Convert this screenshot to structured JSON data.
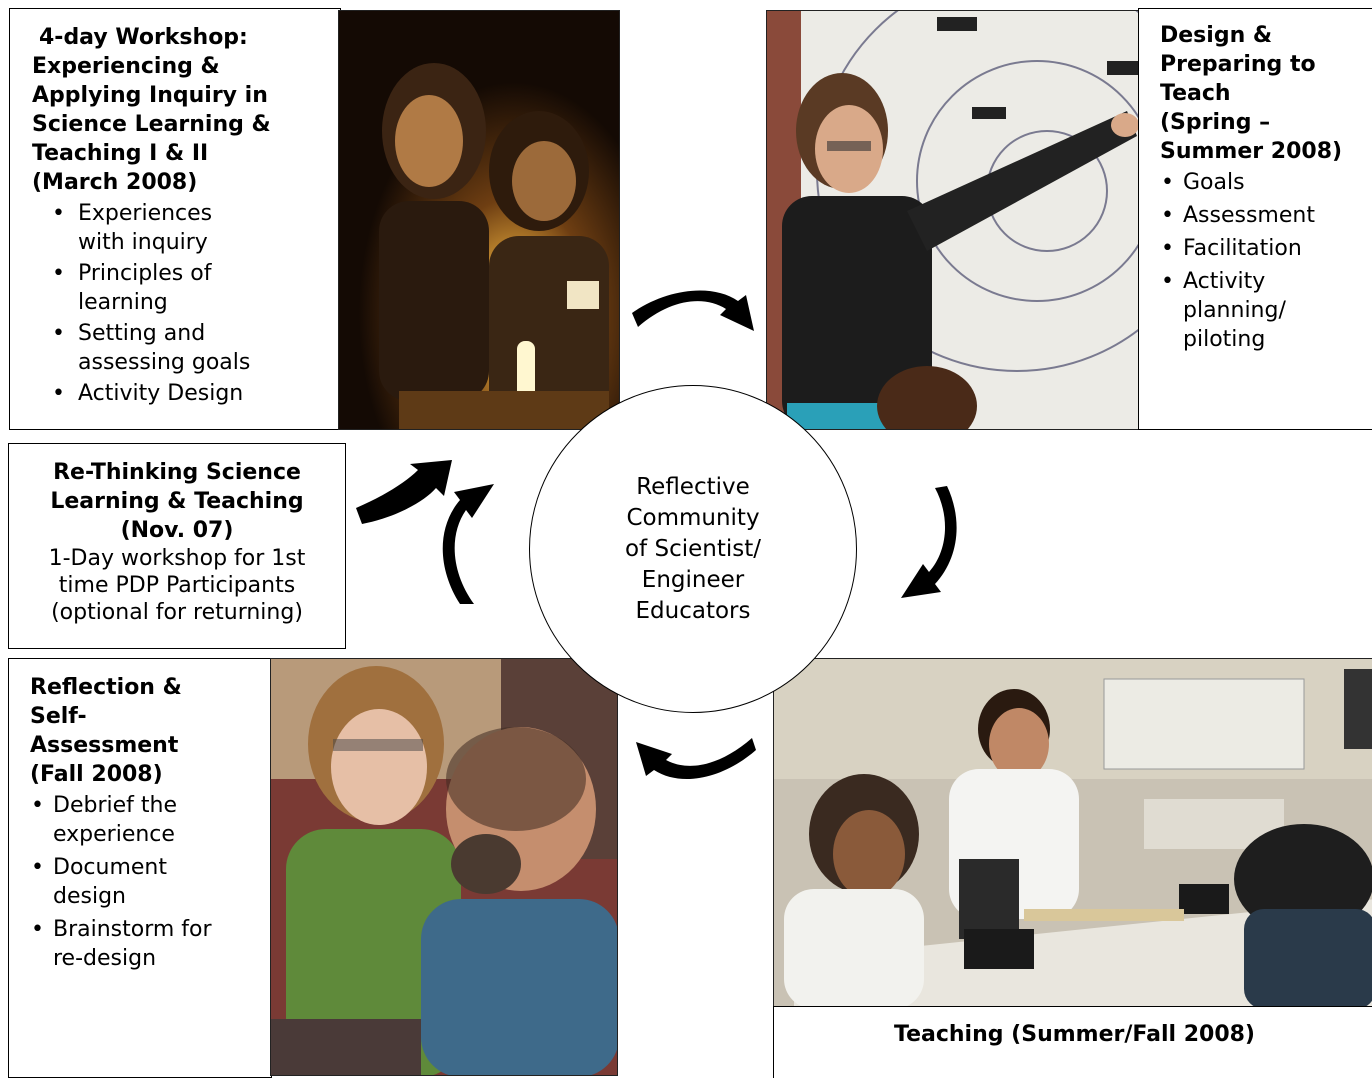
{
  "workshop": {
    "title_lines": [
      "4-day Workshop:",
      "Experiencing &",
      "Applying  Inquiry in",
      "Science Learning &",
      "Teaching I & II",
      "(March 2008)"
    ],
    "items": [
      "Experiences with inquiry",
      "Principles of learning",
      "Setting and assessing goals",
      "Activity Design"
    ]
  },
  "design": {
    "title_lines": [
      "Design &",
      "Preparing to",
      "Teach",
      "(Spring –",
      "Summer 2008)"
    ],
    "items": [
      "Goals",
      "Assessment",
      "Facilitation",
      "Activity planning/ piloting"
    ]
  },
  "rethinking": {
    "title_lines": [
      "Re-Thinking Science",
      "Learning & Teaching",
      "(Nov. 07)"
    ],
    "body_lines": [
      "1-Day workshop for 1st",
      "time PDP Participants",
      "(optional for returning)"
    ]
  },
  "center": {
    "lines": [
      "Reflective",
      "Community",
      "of Scientist/",
      "Engineer",
      "Educators"
    ]
  },
  "reflection": {
    "title_lines": [
      "Reflection &",
      "Self-",
      "Assessment",
      "(Fall 2008)"
    ],
    "items": [
      "Debrief the experience",
      "Document design",
      "Brainstorm for re-design"
    ]
  },
  "teaching": {
    "caption": "Teaching (Summer/Fall 2008)"
  },
  "colors": {
    "arrow": "#000000",
    "border": "#000000",
    "background": "#ffffff"
  }
}
